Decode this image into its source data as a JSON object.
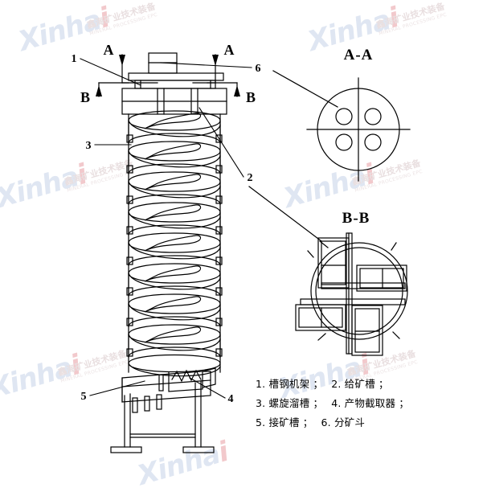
{
  "diagram": {
    "title_hidden": "",
    "type": "engineering-line-drawing",
    "equipment": "spiral-chute-separator"
  },
  "section_views": {
    "aa": {
      "label": "A-A",
      "description": "circular cross-section with four bolt holes",
      "hole_count": 4
    },
    "bb": {
      "label": "B-B",
      "description": "circular cross-section showing feed launders and chute boxes"
    }
  },
  "section_markers": {
    "a_left": "A",
    "a_right": "A",
    "b_left": "B",
    "b_right": "B"
  },
  "callouts": {
    "one": "1",
    "two": "2",
    "three": "3",
    "four": "4",
    "five": "5",
    "six": "6"
  },
  "legend": {
    "line1_a": "1. 槽钢机架 ；",
    "line1_b": "2. 给矿槽 ；",
    "line2_a": "3. 螺旋溜槽 ；",
    "line2_b": "4. 产物截取器 ；",
    "line3_a": "5. 接矿槽 ；",
    "line3_b": "6. 分矿斗"
  },
  "watermark": {
    "brand": "Xinha",
    "brand_tail": "i",
    "cn": "鑫海矿业技术装备",
    "en": "MINERAL PROCESSING EPC"
  },
  "colors": {
    "line": "#000000",
    "background": "#ffffff",
    "watermark_blue": "#dfe6f2",
    "watermark_red": "#f2c9cc"
  }
}
